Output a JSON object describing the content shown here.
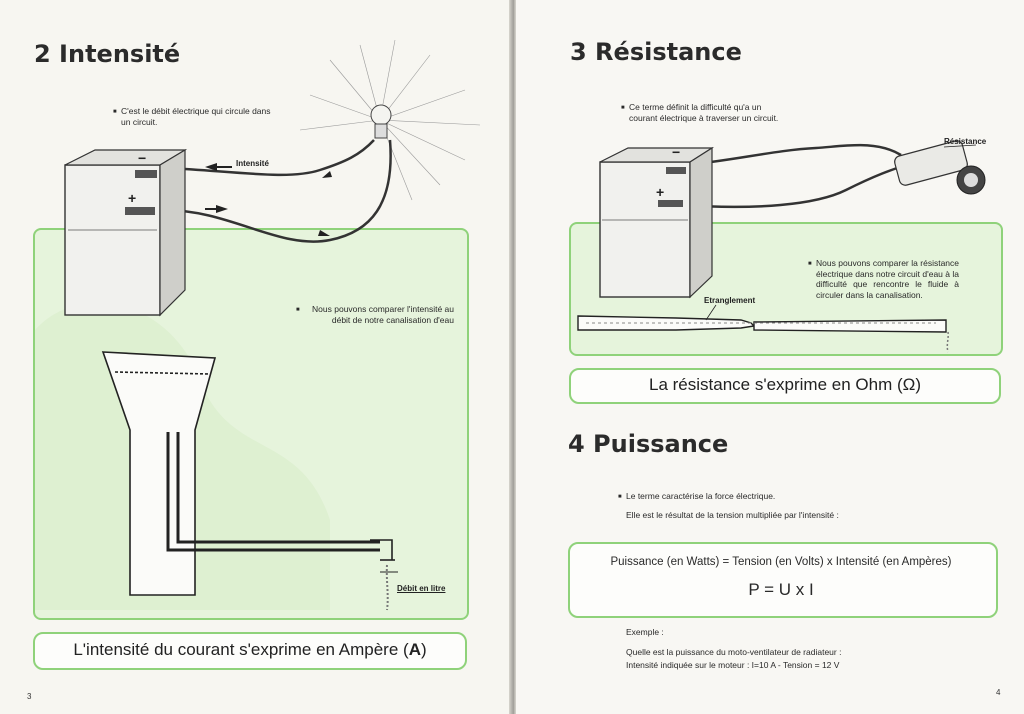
{
  "left": {
    "section_title": "2 Intensité",
    "bullet_1": "C'est le débit électrique qui circule dans un circuit.",
    "label_intensite": "Intensité",
    "bullet_2": "Nous pouvons comparer l'intensité au débit de notre canalisation d'eau",
    "label_debit": "Débit en litre",
    "caption_pre": "L'intensité du courant s'exprime en Ampère (",
    "caption_unit": "A",
    "caption_post": ")",
    "page_number": "3",
    "battery_minus": "−",
    "battery_plus": "+"
  },
  "right": {
    "section3_title": "3 Résistance",
    "bullet_3": "Ce terme définit la difficulté qu'a un courant électrique à traverser un circuit.",
    "label_resistance": "Résistance",
    "bullet_4": "Nous pouvons comparer la résistance électrique dans notre circuit d'eau à la difficulté que rencontre le fluide à circuler dans la canalisation.",
    "label_etranglement": "Etranglement",
    "caption_resistance": "La résistance s'exprime en Ohm (Ω)",
    "section4_title": "4 Puissance",
    "bullet_5": "Le terme caractérise la force électrique.",
    "line_5b": "Elle est le résultat de la tension multipliée par l'intensité :",
    "formula_words": "Puissance (en Watts)  =  Tension (en Volts)  x  Intensité (en Ampères)",
    "formula_symbols": "P  =  U  x  I",
    "example_title": "Exemple :",
    "example_line1": "Quelle est la puissance du moto-ventilateur de radiateur :",
    "example_line2": "Intensité indiquée sur le moteur : I=10 A - Tension = 12 V",
    "page_number": "4"
  }
}
